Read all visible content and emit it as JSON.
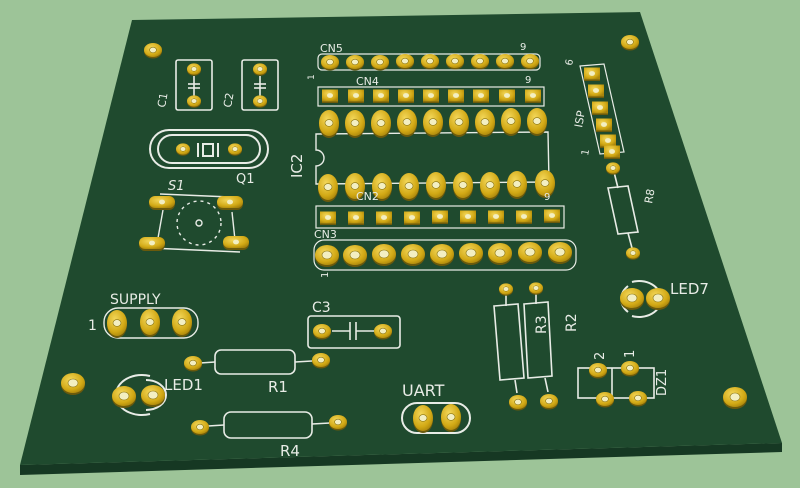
{
  "colors": {
    "background": "#9dc498",
    "board": "#1f4a2e",
    "board_edge": "#163823",
    "pad": "#d8b21c",
    "pad_hole": "#f2f0c0",
    "silk": "#e8ece6"
  },
  "labels": {
    "cn5": "CN5",
    "cn5_pin9": "9",
    "cn4": "CN4",
    "cn4_pin9": "9",
    "cn4_pin1": "1",
    "ic2": "IC2",
    "cn2": "CN2",
    "cn2_pin9": "9",
    "cn3": "CN3",
    "cn3_pin1": "1",
    "isp": "ISP",
    "isp_pin6": "6",
    "isp_pin1": "1",
    "c1": "C1",
    "c2": "C2",
    "q1": "Q1",
    "s1": "S1",
    "r8": "R8",
    "supply": "SUPPLY",
    "supply_pin1": "1",
    "c3": "C3",
    "led1": "LED1",
    "r1": "R1",
    "r4": "R4",
    "uart": "UART",
    "r3": "R3",
    "r2": "R2",
    "dz1": "DZ1",
    "dz1_pin2": "2",
    "dz1_pin1": "1",
    "led7": "LED7"
  }
}
